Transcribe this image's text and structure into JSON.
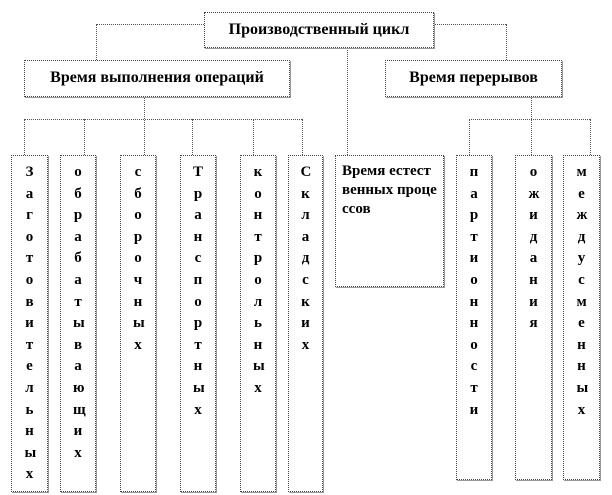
{
  "root": "Производственный цикл",
  "operations": {
    "title": "Время выполнения операций",
    "items": [
      "Заготовительных",
      "обрабатывающих",
      "сборочных",
      "Транспортных",
      "контрольных",
      "Складских"
    ]
  },
  "natural": "Время естественных процессов",
  "breaks": {
    "title": "Время перерывов",
    "items": [
      "партионности",
      "ожидания",
      "междусменных"
    ]
  }
}
